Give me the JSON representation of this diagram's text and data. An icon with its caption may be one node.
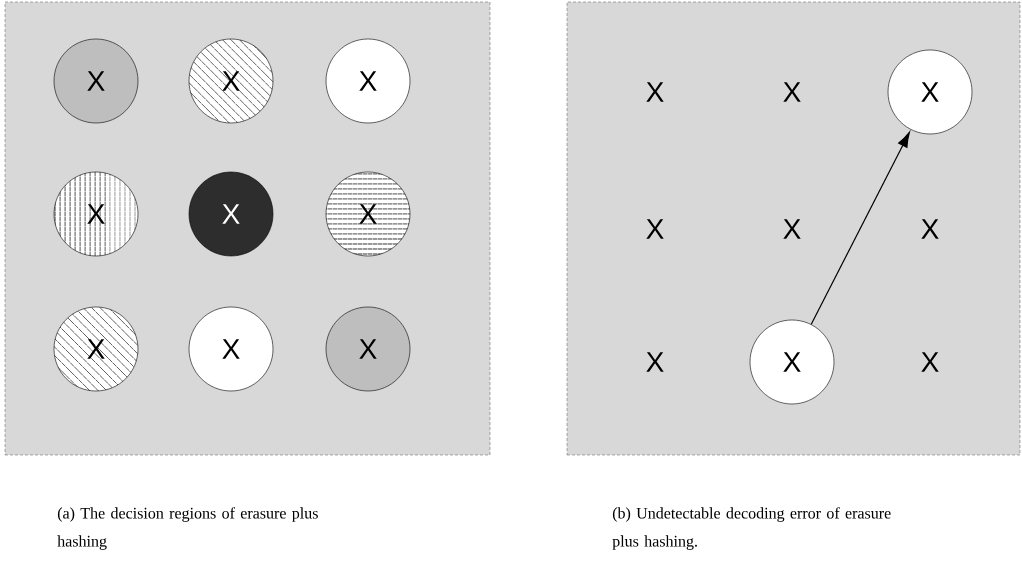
{
  "diagram": {
    "nodes": [
      {
        "text": [],
        "shape": "box"
      },
      {
        "text": [
          "X"
        ],
        "in": 0
      },
      {
        "text": [
          "X"
        ],
        "in": 0
      },
      {
        "text": [
          "X"
        ],
        "in": 0
      },
      {
        "text": [
          "X"
        ],
        "in": 0
      },
      {
        "text": [
          "X"
        ],
        "in": 0
      },
      {
        "text": [
          "X"
        ],
        "in": 0
      },
      {
        "text": [
          "X"
        ],
        "in": 0
      },
      {
        "text": [
          "X"
        ],
        "in": 0
      },
      {
        "text": [
          "X"
        ],
        "in": 0
      },
      {
        "text": [],
        "shape": "box"
      },
      {
        "text": [
          "X"
        ],
        "in": 10
      },
      {
        "text": [
          "X"
        ],
        "in": 10
      }
    ],
    "edges": [
      {
        "from": 12,
        "to": 11,
        "arrow": "to"
      }
    ],
    "labels": [
      "X",
      "X",
      "X",
      "X",
      "X",
      "X",
      "X",
      "(a) The decision regions of erasure plus hashing",
      "(b) Undetectable decoding error of erasure plus hashing."
    ]
  }
}
